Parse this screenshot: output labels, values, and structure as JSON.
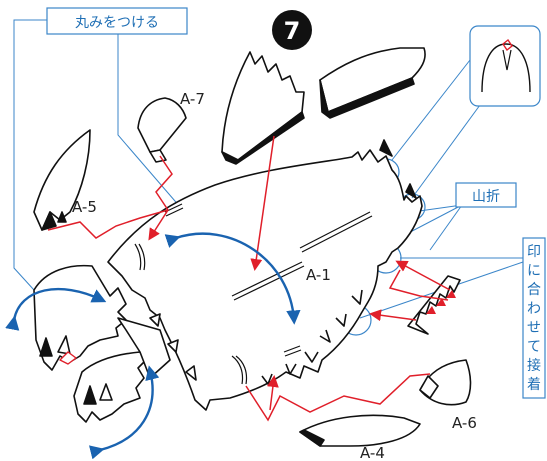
{
  "step_number": "7",
  "notes": {
    "round": "丸みをつける",
    "mountain_fold": "山折",
    "align": [
      "印",
      "に",
      "合",
      "わ",
      "せ",
      "て",
      "接",
      "着"
    ]
  },
  "parts": {
    "a1": "A-1",
    "a4": "A-4",
    "a5": "A-5",
    "a6": "A-6",
    "a7": "A-7"
  },
  "colors": {
    "line": "#111111",
    "callout": "#1f6fb5",
    "arrow_red": "#e01f2a",
    "arrow_blue": "#1a63b0"
  }
}
